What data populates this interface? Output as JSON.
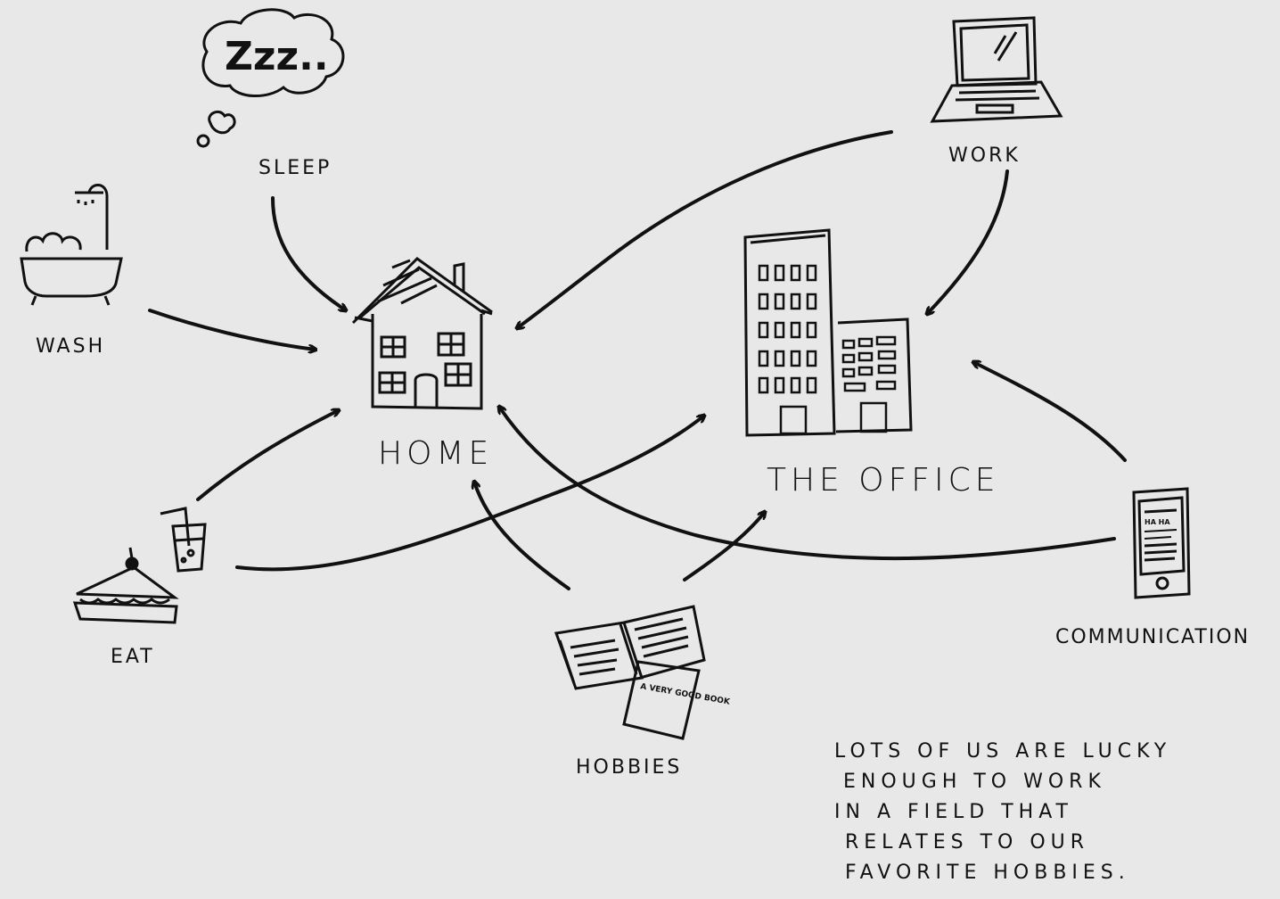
{
  "labels": {
    "sleep": "SLEEP",
    "wash": "WASH",
    "eat": "EAT",
    "home": "HOME",
    "office": "THE OFFICE",
    "work": "WORK",
    "hobbies": "HOBBIES",
    "communication": "COMMUNICATION",
    "zzz": "Zzz..",
    "book_cover": "A VERY GOOD BOOK",
    "phone_text": "HA HA"
  },
  "note": {
    "lines": [
      "LOTS OF US ARE LUCKY",
      "ENOUGH TO WORK",
      "IN A FIELD THAT",
      "RELATES TO OUR",
      "FAVORITE HOBBIES."
    ]
  },
  "colors": {
    "background": "#e8e8e8",
    "ink": "#111111"
  }
}
